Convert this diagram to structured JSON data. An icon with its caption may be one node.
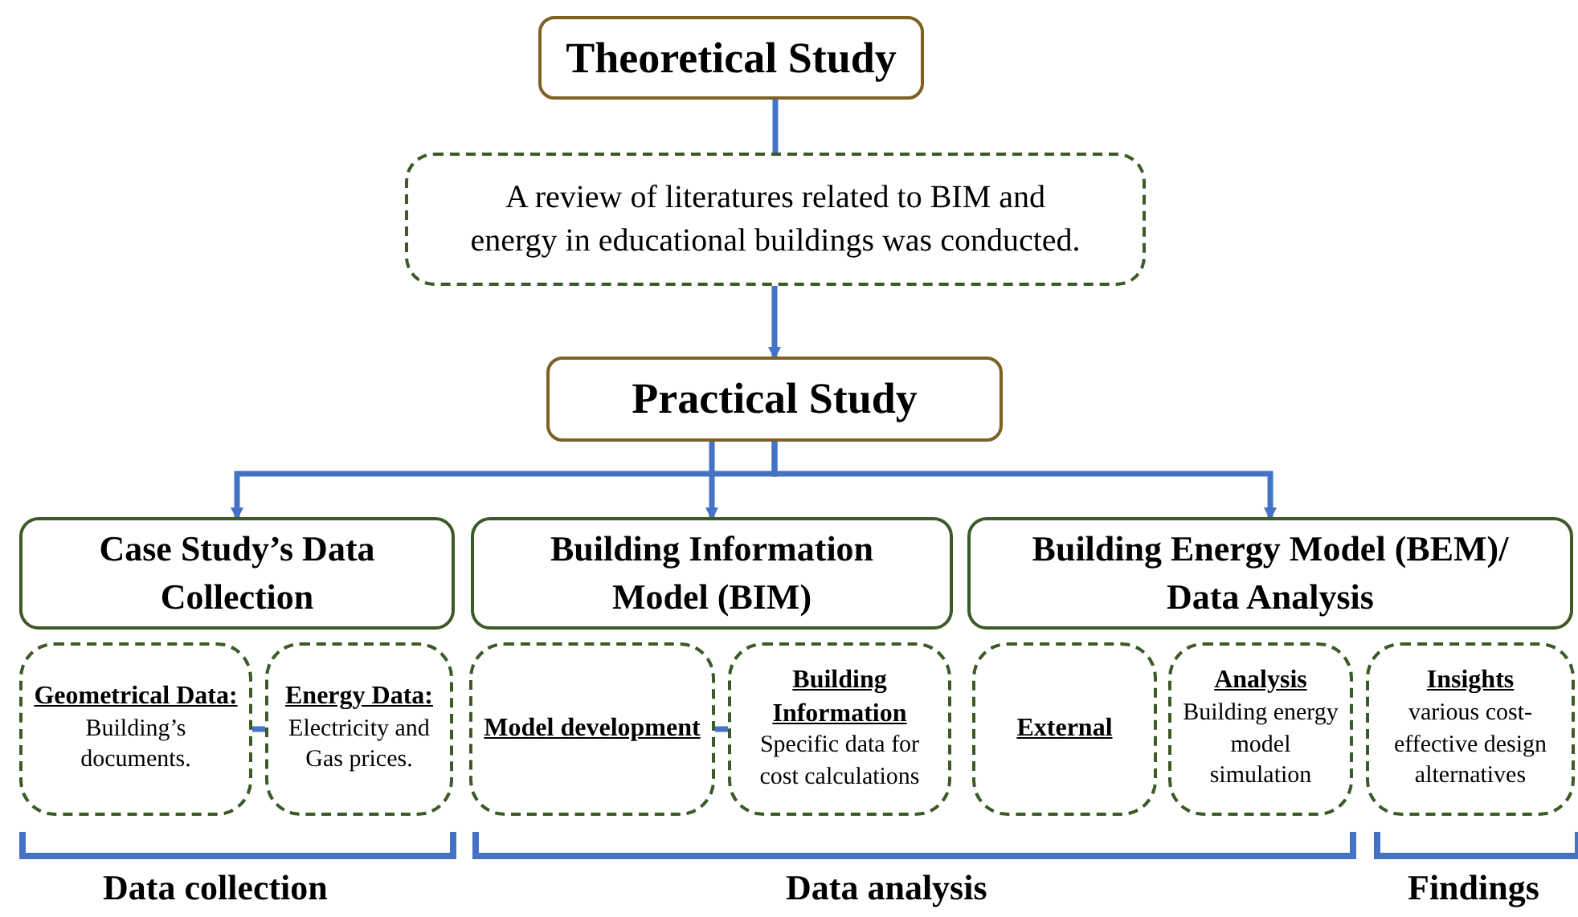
{
  "diagram": {
    "nodes": [
      {
        "text": [
          "Theoretical Study"
        ]
      },
      {
        "text": [
          "A review of literatures related to BIM and energy in educational buildings was conducted."
        ]
      },
      {
        "text": [
          "Practical Study"
        ]
      },
      {
        "text": [
          "Case Study’s Data Collection"
        ]
      },
      {
        "text": [
          "Building Information Model (BIM)"
        ]
      },
      {
        "text": [
          "Building Energy Model (BEM)/ Data Analysis"
        ]
      },
      {
        "text": [
          "Geometrical Data:",
          "Building’s documents."
        ]
      },
      {
        "text": [
          "Energy Data:",
          "Electricity and Gas prices."
        ]
      },
      {
        "text": [
          "Model development"
        ]
      },
      {
        "text": [
          "Building Information",
          "Specific data for cost calculations"
        ]
      },
      {
        "text": [
          "External"
        ]
      },
      {
        "text": [
          "Analysis",
          "Building energy model simulation"
        ]
      },
      {
        "text": [
          "Insights",
          "various cost-effective design alternatives"
        ]
      }
    ],
    "edges": [
      {
        "from": 0,
        "to": 1,
        "arrow": "none"
      },
      {
        "from": 1,
        "to": 2,
        "arrow": "to"
      },
      {
        "from": 2,
        "to": 3,
        "arrow": "to"
      },
      {
        "from": 2,
        "to": 4,
        "arrow": "to"
      },
      {
        "from": 2,
        "to": 5,
        "arrow": "to"
      },
      {
        "from": 6,
        "to": 7,
        "arrow": "none"
      },
      {
        "from": 8,
        "to": 9,
        "arrow": "none"
      }
    ],
    "labels": [
      "Data collection",
      "Data analysis",
      "Findings"
    ]
  }
}
